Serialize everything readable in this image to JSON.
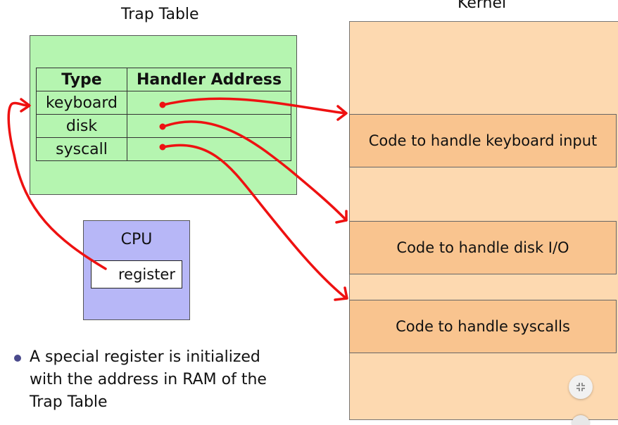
{
  "trap_table": {
    "title": "Trap Table",
    "headers": [
      "Type",
      "Handler Address"
    ],
    "rows": [
      {
        "type": "keyboard"
      },
      {
        "type": "disk"
      },
      {
        "type": "syscall"
      }
    ]
  },
  "kernel": {
    "title": "Kernel",
    "blocks": [
      "Code to handle keyboard input",
      "Code to handle disk I/O",
      "Code to handle syscalls"
    ]
  },
  "cpu": {
    "label": "CPU",
    "register_label": "register"
  },
  "bullet": {
    "text": "A special register is initialized with the address in RAM of the Trap Table"
  },
  "controls": {
    "shrink_icon": "collapse-icon"
  },
  "colors": {
    "trap_table_bg": "#b5f5b0",
    "cpu_bg": "#b7b7f7",
    "kernel_bg": "#fdd9b0",
    "code_block_bg": "#f9c48f",
    "arrow": "#ee1111"
  }
}
